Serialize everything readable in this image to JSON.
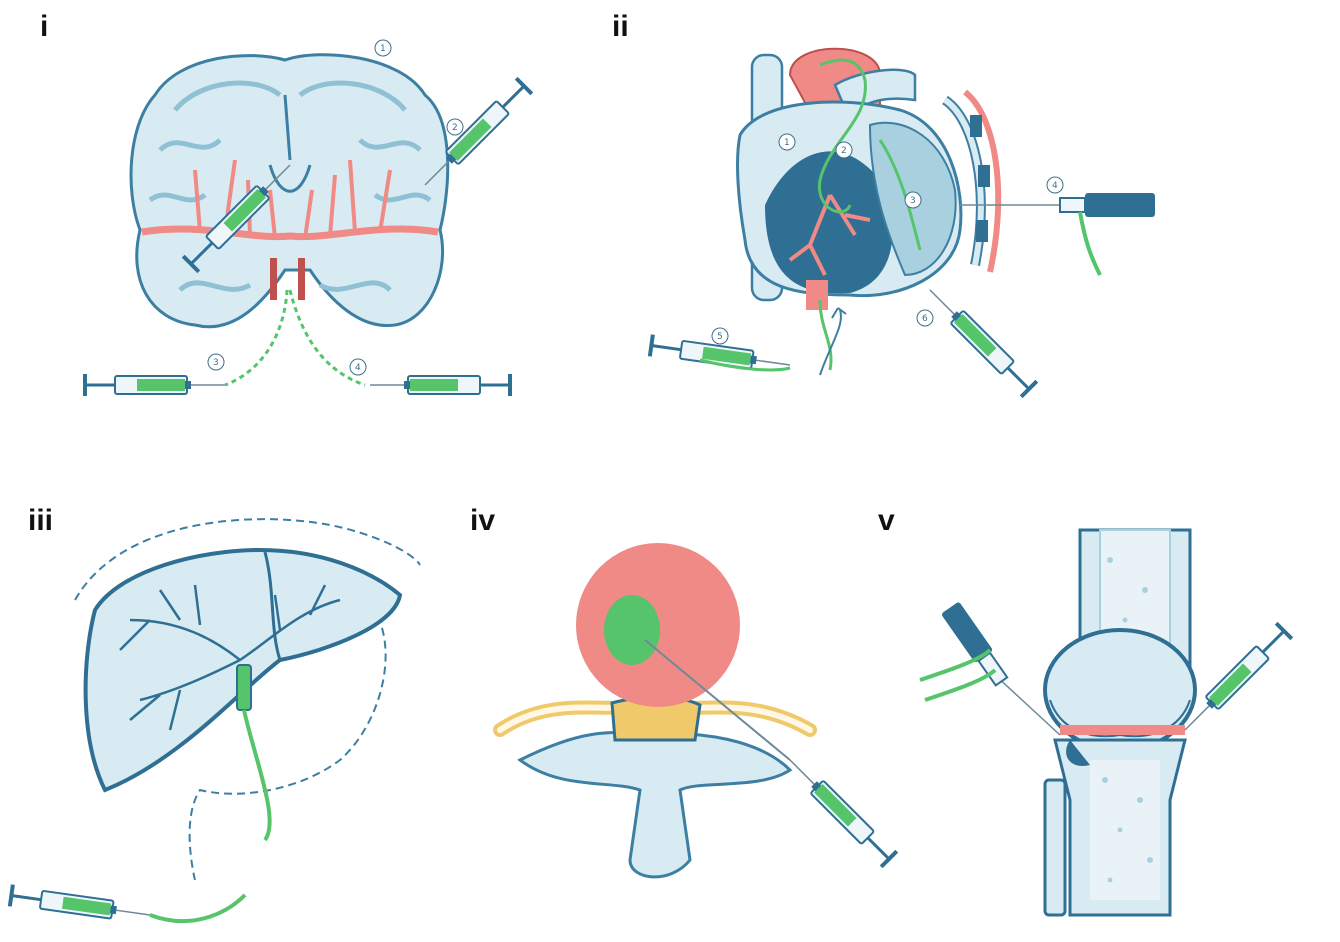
{
  "colors": {
    "tissue_light": "#d8ebf2",
    "tissue_outline": "#3c7fa3",
    "tissue_mid": "#a9d0df",
    "tissue_dark": "#2f6f94",
    "vessel_red": "#f08a86",
    "vessel_red_dark": "#c0504d",
    "fluid_green": "#55c46a",
    "fat_yellow": "#f0c96a",
    "syringe_body": "#eef6f9"
  },
  "panels": [
    {
      "id": "i",
      "label": "i",
      "subject": "brain",
      "sites": [
        "1",
        "2",
        "3",
        "4"
      ]
    },
    {
      "id": "ii",
      "label": "ii",
      "subject": "heart",
      "sites": [
        "1",
        "2",
        "3",
        "4",
        "5",
        "6"
      ]
    },
    {
      "id": "iii",
      "label": "iii",
      "subject": "liver",
      "sites": []
    },
    {
      "id": "iv",
      "label": "iv",
      "subject": "spine-disc",
      "sites": []
    },
    {
      "id": "v",
      "label": "v",
      "subject": "knee-joint",
      "sites": []
    }
  ]
}
